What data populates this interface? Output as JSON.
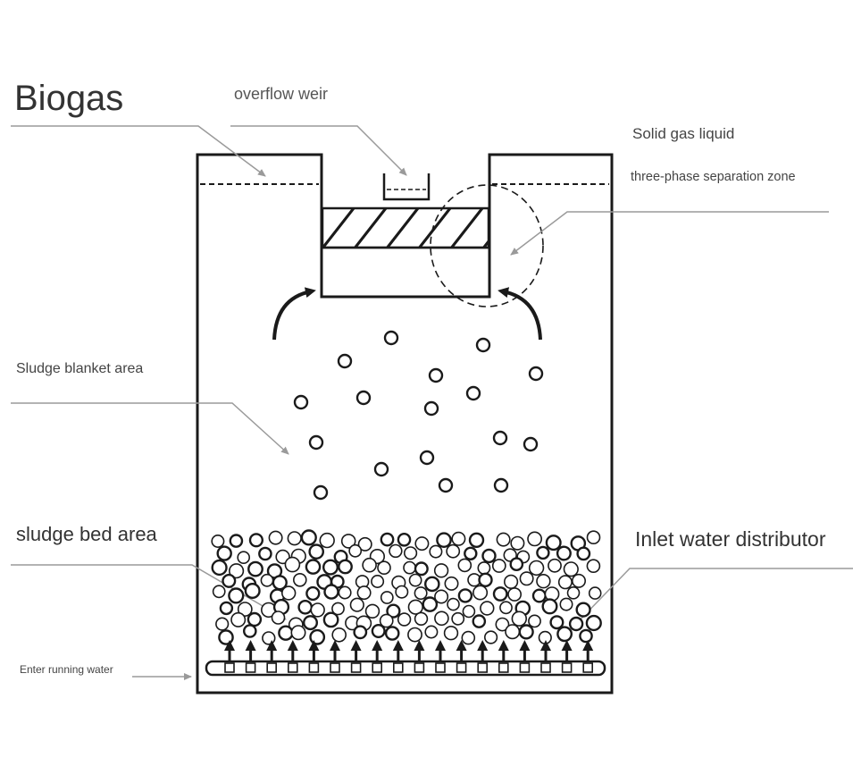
{
  "labels": {
    "biogas": "Biogas",
    "overflow_weir": "overflow weir",
    "solid_gas_liquid": "Solid gas liquid",
    "three_phase": "three-phase separation zone",
    "sludge_blanket": "Sludge blanket area",
    "sludge_bed": "sludge bed area",
    "inlet_distributor": "Inlet water distributor",
    "enter_water": "Enter running water"
  },
  "colors": {
    "stroke": "#1a1a1a",
    "leader": "#9a9a9a",
    "text": "#444444"
  }
}
